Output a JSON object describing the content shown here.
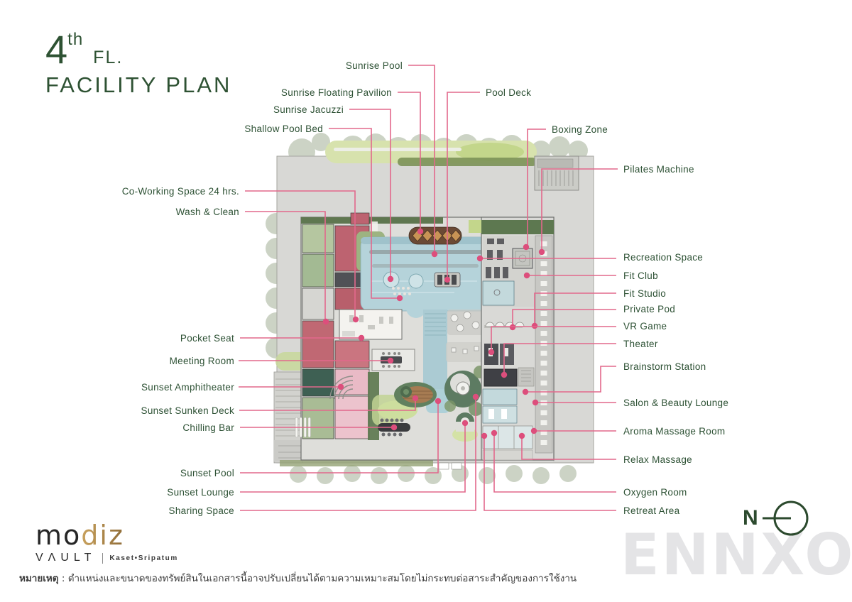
{
  "title": {
    "number": "4",
    "superscript": "th",
    "floor": "FL.",
    "line2": "FACILITY PLAN"
  },
  "plan_labels": [
    {
      "id": "sunrise-pool",
      "text": "Sunrise Pool"
    },
    {
      "id": "sunrise-floating-pavilion",
      "text": "Sunrise Floating Pavilion"
    },
    {
      "id": "sunrise-jacuzzi",
      "text": "Sunrise Jacuzzi"
    },
    {
      "id": "shallow-pool-bed",
      "text": "Shallow Pool Bed"
    },
    {
      "id": "pool-deck",
      "text": "Pool Deck"
    },
    {
      "id": "boxing-zone",
      "text": "Boxing Zone"
    },
    {
      "id": "pilates-machine",
      "text": "Pilates Machine"
    },
    {
      "id": "co-working-space",
      "text": "Co-Working Space 24 hrs."
    },
    {
      "id": "wash-and-clean",
      "text": "Wash & Clean"
    },
    {
      "id": "pocket-seat",
      "text": "Pocket Seat"
    },
    {
      "id": "meeting-room",
      "text": "Meeting Room"
    },
    {
      "id": "sunset-amphitheater",
      "text": "Sunset Amphitheater"
    },
    {
      "id": "sunset-sunken-deck",
      "text": "Sunset Sunken Deck"
    },
    {
      "id": "chilling-bar",
      "text": "Chilling Bar"
    },
    {
      "id": "sunset-pool",
      "text": "Sunset Pool"
    },
    {
      "id": "sunset-lounge",
      "text": "Sunset Lounge"
    },
    {
      "id": "sharing-space",
      "text": "Sharing Space"
    },
    {
      "id": "recreation-space",
      "text": "Recreation Space"
    },
    {
      "id": "fit-club",
      "text": "Fit Club"
    },
    {
      "id": "fit-studio",
      "text": "Fit Studio"
    },
    {
      "id": "private-pod",
      "text": "Private Pod"
    },
    {
      "id": "vr-game",
      "text": "VR Game"
    },
    {
      "id": "theater",
      "text": "Theater"
    },
    {
      "id": "brainstorm-station",
      "text": "Brainstorm Station"
    },
    {
      "id": "salon-beauty-lounge",
      "text": "Salon & Beauty Lounge"
    },
    {
      "id": "aroma-massage-room",
      "text": "Aroma Massage Room"
    },
    {
      "id": "relax-massage",
      "text": "Relax Massage"
    },
    {
      "id": "oxygen-room",
      "text": "Oxygen Room"
    },
    {
      "id": "retreat-area",
      "text": "Retreat Area"
    }
  ],
  "logo": {
    "brand_mo": "mo",
    "brand_diz": "diz",
    "vault": "VΛULT",
    "tagline": "Kaset•Sripatum"
  },
  "compass": {
    "north": "N"
  },
  "watermark": "ENNXO",
  "note": {
    "label": "หมายเหตุ",
    "text": " : ตำแหน่งและขนาดของทรัพย์สินในเอกสารนี้อาจปรับเปลี่ยนได้ตามความเหมาะสมโดยไม่กระทบต่อสาระสำคัญของการใช้งาน"
  },
  "colors": {
    "title_green": "#2e5233",
    "label_green": "#2d5134",
    "leader_pink": "#e2688c",
    "leader_dot_pink": "#dd4e7c",
    "logo_gold": "#b1874a",
    "pool_blue": "#b5d3da",
    "watermark_gray": "#e4e4e6"
  }
}
